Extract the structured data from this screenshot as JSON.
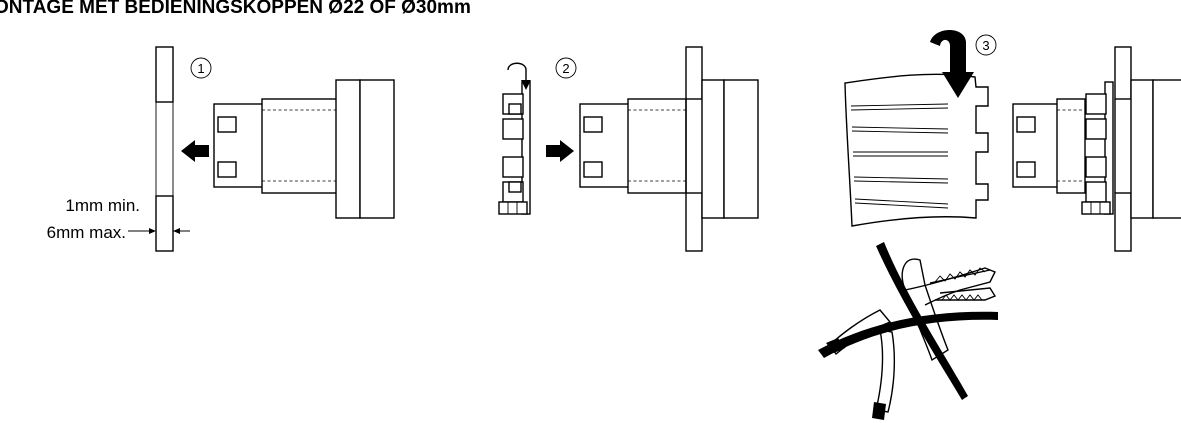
{
  "title": "ONTAGE MET BEDIENINGSKOPPEN Ø22 OF Ø30mm",
  "steps": {
    "step1": "1",
    "step2": "2",
    "step3": "3"
  },
  "dimension": {
    "min_label": "1mm min.",
    "max_label": "6mm max."
  }
}
